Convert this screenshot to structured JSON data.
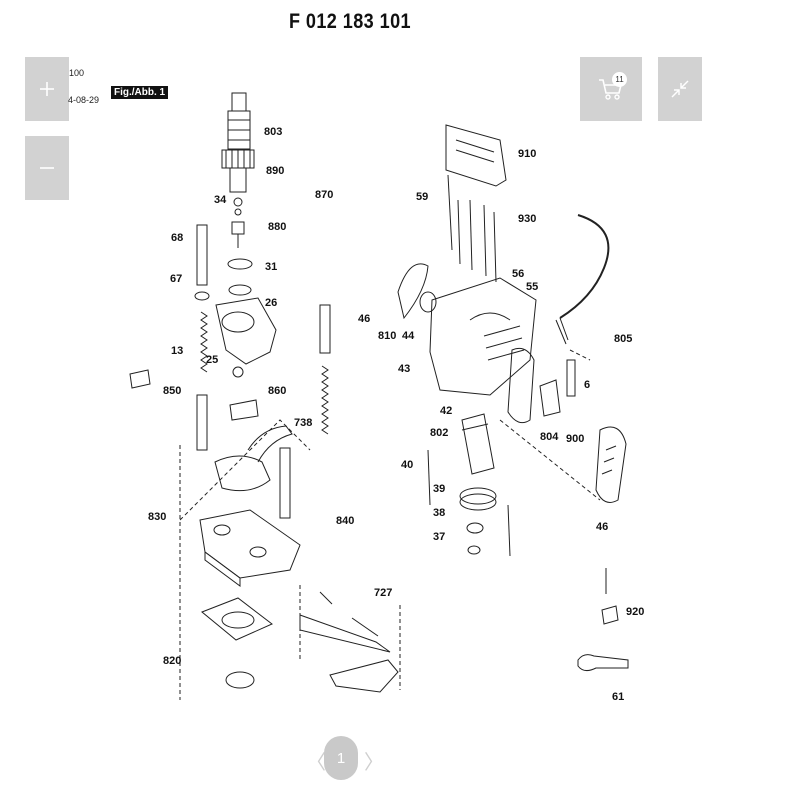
{
  "page": {
    "title": "F 012 183 101",
    "header_line1": "100",
    "header_line2": "4-08-29",
    "fig_label": "Fig./Abb. 1"
  },
  "toolbar": {
    "zoom_in_icon": "plus-icon",
    "zoom_out_icon": "minus-icon",
    "cart_icon": "cart-icon",
    "cart_count": "11",
    "collapse_icon": "collapse-arrows-icon",
    "button_color": "#d2d2d2"
  },
  "pager": {
    "current": "1",
    "prev_icon": "chevron-left-icon",
    "next_icon": "chevron-right-icon"
  },
  "parts": [
    "803",
    "890",
    "34",
    "880",
    "870",
    "68",
    "31",
    "67",
    "26",
    "13",
    "25",
    "850",
    "860",
    "738",
    "830",
    "840",
    "727",
    "820",
    "910",
    "59",
    "930",
    "56",
    "55",
    "46",
    "810",
    "44",
    "805",
    "43",
    "6",
    "42",
    "802",
    "804",
    "900",
    "40",
    "39",
    "38",
    "37",
    "46",
    "920",
    "61"
  ]
}
